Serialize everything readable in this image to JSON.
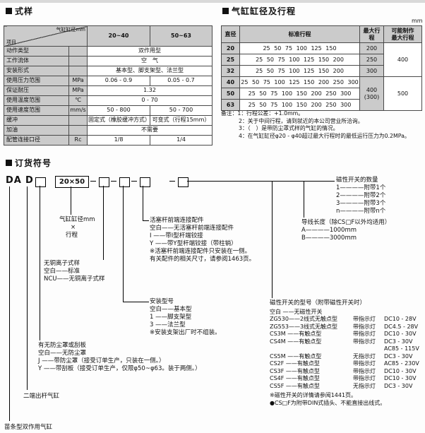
{
  "colors": {
    "table_header_gray": "#cbcbcb",
    "line_black": "#000000",
    "page_bg": "#fdfdfd"
  },
  "sections": {
    "spec": {
      "title": "式样"
    },
    "bore": {
      "title": "气缸缸径及行程",
      "unit": "mm"
    },
    "ordering_title": {
      "title": "订货符号"
    }
  },
  "spec_table": {
    "corner_top": "气缸缸径mm",
    "corner_bottom": "项目",
    "bore_headers": [
      "20~40",
      "50~63"
    ],
    "rows": [
      {
        "label": "动作类型",
        "unit": "",
        "values": [
          "双作用型"
        ]
      },
      {
        "label": "工作流体",
        "unit": "",
        "values": [
          "空　气"
        ]
      },
      {
        "label": "安装形式",
        "unit": "",
        "values": [
          "基本型、脚支架型、法兰型"
        ]
      },
      {
        "label": "使用压力范围",
        "unit": "MPa",
        "values": [
          "0.06 - 0.9",
          "0.05 - 0.7"
        ]
      },
      {
        "label": "保证耐压",
        "unit": "MPa",
        "values": [
          "1.32"
        ]
      },
      {
        "label": "使用温度范围",
        "unit": "℃",
        "values": [
          "0 - 70"
        ]
      },
      {
        "label": "使用速度范围",
        "unit": "mm/s",
        "values": [
          "50 - 800",
          "50 - 700"
        ]
      },
      {
        "label": "缓冲",
        "unit": "",
        "values": [
          "固定式（橡胶缓冲方式）",
          "可变式（行程15mm）"
        ]
      },
      {
        "label": "加油",
        "unit": "",
        "values": [
          "不需要"
        ]
      },
      {
        "label": "配管连接口径",
        "unit": "Rc",
        "values": [
          "1/8",
          "1/4"
        ]
      }
    ]
  },
  "stroke_table": {
    "headers": [
      "直径",
      "标准行程",
      "最大行程",
      "可能制作\n最大行程"
    ],
    "rows": [
      [
        {
          "t": "20",
          "h": 1
        },
        {
          "t": "25 50 75 100 125 150",
          "s": 1
        },
        {
          "t": "200",
          "g": 1
        },
        {
          "t": "400",
          "rs": 3
        }
      ],
      [
        {
          "t": "25",
          "h": 1
        },
        {
          "t": "25 50 75 100 125 150 200",
          "s": 1
        },
        {
          "t": "250",
          "g": 1
        }
      ],
      [
        {
          "t": "32",
          "h": 1
        },
        {
          "t": "25 50 75 100 125 150 200",
          "s": 1
        },
        {
          "t": "300",
          "g": 1
        }
      ],
      [
        {
          "t": "40",
          "h": 1
        },
        {
          "t": "25 50 75 100 125 150 200 250 300",
          "s": 1
        },
        {
          "t": "400\n(300)",
          "g": 1,
          "rs": 3
        },
        {
          "t": "500",
          "rs": 3
        }
      ],
      [
        {
          "t": "50",
          "h": 1
        },
        {
          "t": "25 50 75 100 150 200 250 300",
          "s": 1
        }
      ],
      [
        {
          "t": "63",
          "h": 1
        },
        {
          "t": "25 50 75 100 150 200 250 300",
          "s": 1
        }
      ]
    ]
  },
  "notes": [
    "备注：1：行程公差：+1.0mm。",
    "2：关于中间行程，请到就近的本公司营业所洽询。",
    "3：（　）是带防尘罩式样的气缸的情况。",
    "4：在气缸缸径φ20 - φ40超过最大行程时的最低运行压力为0.2MPa。"
  ],
  "ordering": {
    "code": {
      "prefix": "DA",
      "rod": "D",
      "bore_stroke": "20×50"
    },
    "callouts": {
      "bore_stroke": {
        "line1": "气缸缸径mm",
        "line2": "×",
        "line3": "行程"
      },
      "rod_end": {
        "title": "活塞杆前端连接配件",
        "items": [
          "空白——无活塞杆前端连接配件",
          "I ——带I型杆端铰接",
          "Y ——带Y型杆端铰接（带柱销）"
        ],
        "notes": [
          "※活塞杆前端连接配件只安装在一侧。",
          "有关配件的相关尺寸，请参阅1463页。"
        ]
      },
      "copper_free": {
        "title": "无铜离子式样",
        "items": [
          "空白——标准",
          "NCU——无铜离子式样"
        ]
      },
      "mounting": {
        "title": "安装型号",
        "items": [
          "空白——基本型",
          "1 ——脚支架型",
          "3 ——法兰型"
        ],
        "notes": [
          "※安装支架出厂时不组装。"
        ]
      },
      "dust_cover": {
        "title": "有无防尘罩或刮板",
        "items": [
          "空白——无防尘罩",
          "J ——带防尘罩（接受订单生产，只装在一侧。）",
          "Y ——带刮板（接受订单生产，仅限φ50~φ63。装于两侧。）"
        ]
      },
      "double_rod": {
        "label": "二端出杆气缸"
      },
      "series": {
        "label": "苗条型双作用气缸"
      },
      "switch_qty": {
        "title": "磁性开关的数量",
        "items": [
          "1————附带1个",
          "2————附带2个",
          "3————附带3个",
          "n————附带n个"
        ]
      },
      "lead_length": {
        "title": "导线长度（除CS□F以外均适用）",
        "items": [
          "A————1000mm",
          "B————3000mm"
        ]
      },
      "switch_model": {
        "title": "磁性开关的型号（附带磁性开关时）",
        "rows": [
          [
            "空白 ——无磁性开关",
            "",
            ""
          ],
          [
            "ZG530——2线式无触点型",
            "带指示灯",
            "DC10 - 28V"
          ],
          [
            "ZG553——3线式无触点型",
            "带指示灯",
            "DC4.5 - 28V"
          ],
          [
            "CS3M ——有触点型",
            "带指示灯",
            "DC10 - 30V"
          ],
          [
            "CS4M ——有触点型",
            "带指示灯",
            "DC3 - 30V"
          ],
          [
            "",
            "",
            "AC85 - 115V"
          ],
          [
            "CS5M ——有触点型",
            "无指示灯",
            "DC3 - 30V"
          ],
          [
            "CS2F ——有触点型",
            "带指示灯",
            "AC85 - 230V"
          ],
          [
            "CS3F ——有触点型",
            "带指示灯",
            "DC10 - 30V"
          ],
          [
            "CS4F ——有触点型",
            "带指示灯",
            "DC10 - 30V"
          ],
          [
            "CS5F ——有触点型",
            "无指示灯",
            "DC3 - 30V"
          ]
        ],
        "notes": [
          "※磁性开关的详情请参阅1441页。",
          "●CS□F为附带DIN式插头、不能直接出线式。"
        ]
      }
    }
  }
}
